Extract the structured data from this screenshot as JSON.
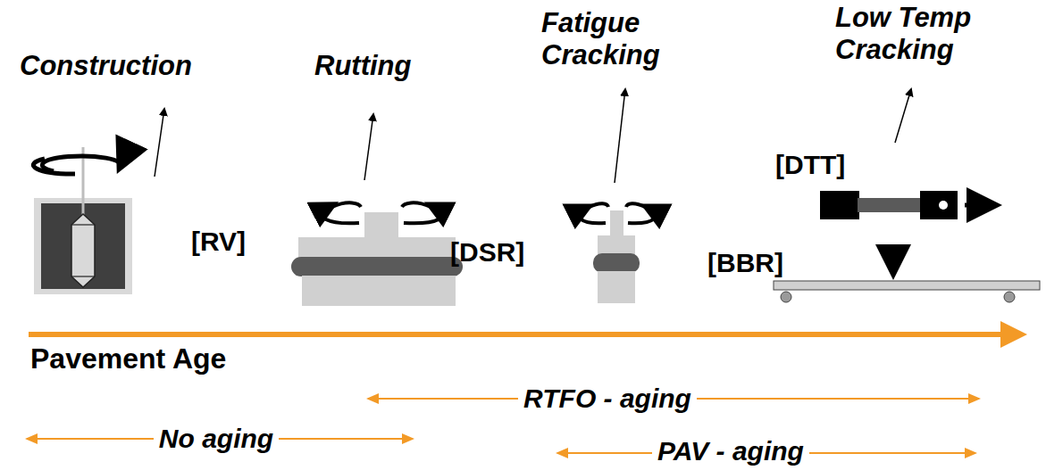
{
  "diagram": {
    "labels": [
      "Construction",
      "Rutting",
      "Fatigue Cracking",
      "Low Temp Cracking",
      "[DTT]",
      "[RV]",
      "[DSR]",
      "[BBR]",
      "Pavement Age",
      "RTFO - aging",
      "No aging",
      "PAV - aging"
    ]
  }
}
